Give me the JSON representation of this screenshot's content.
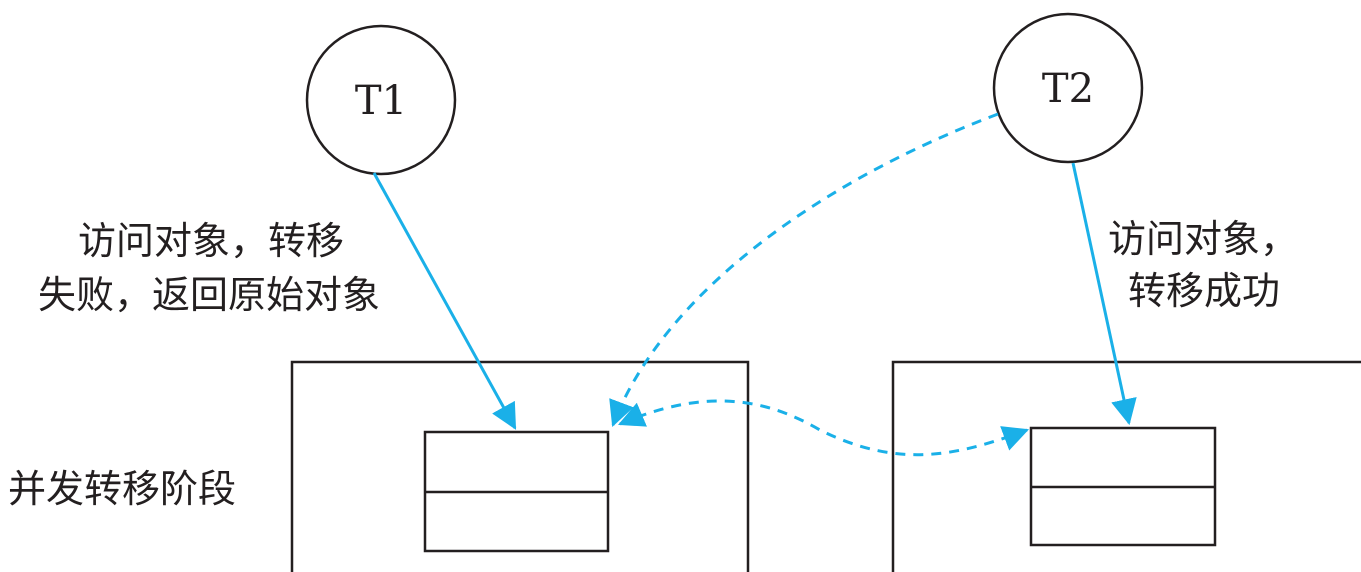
{
  "threads": [
    {
      "id": "T1",
      "label": "T1"
    },
    {
      "id": "T2",
      "label": "T2"
    }
  ],
  "annotations": {
    "t1_result_line1": "访问对象，转移",
    "t1_result_line2": "失败，返回原始对象",
    "t2_result_line1": "访问对象，",
    "t2_result_line2": "转移成功",
    "phase_label": "并发转移阶段"
  },
  "colors": {
    "line": "#231f20",
    "arrow": "#1ab0e8",
    "background": "#ffffff"
  }
}
